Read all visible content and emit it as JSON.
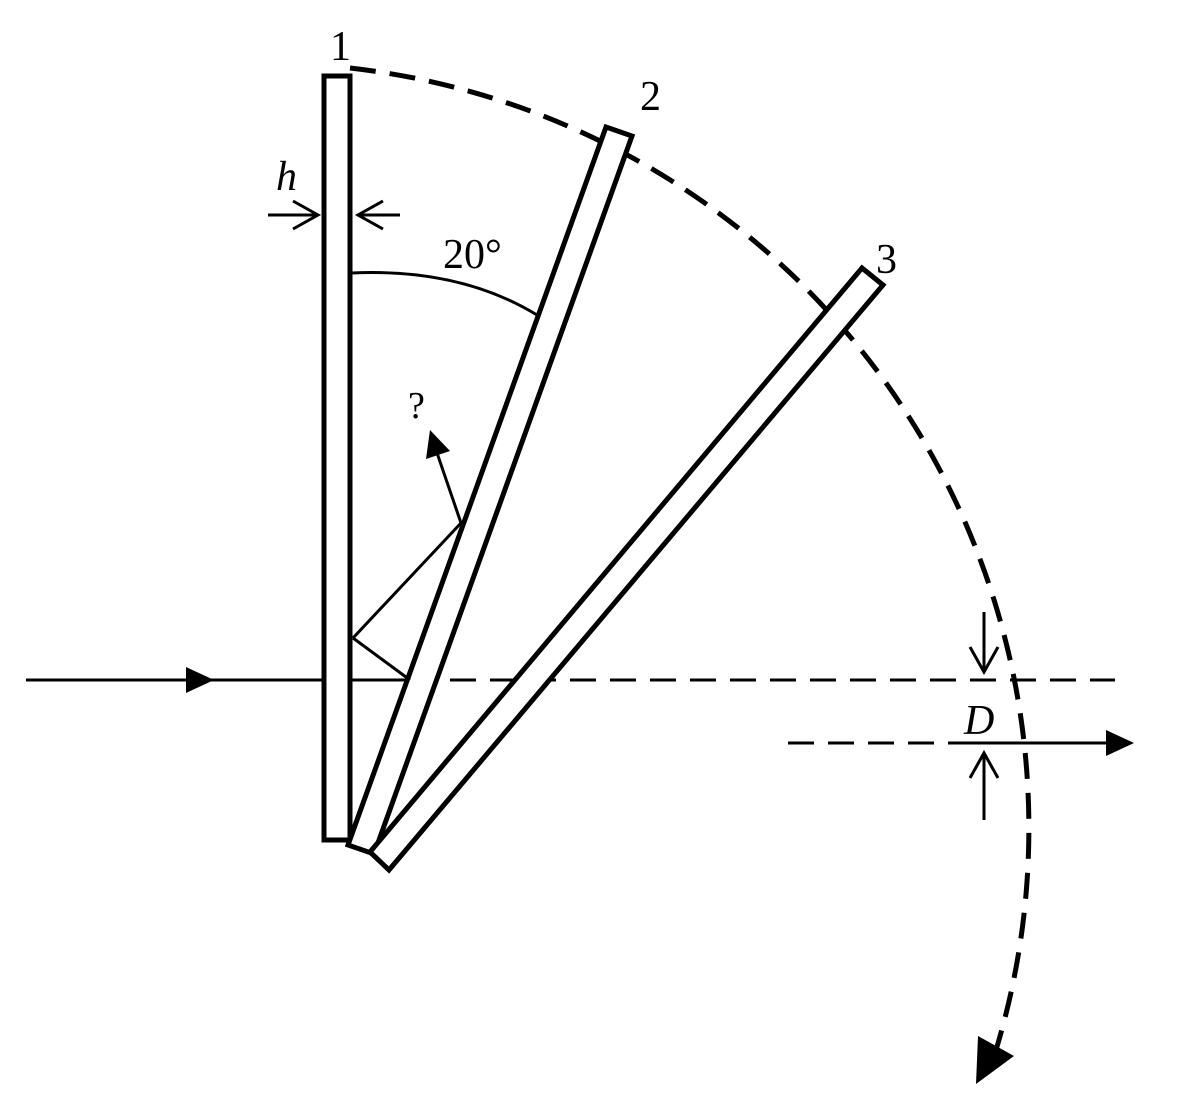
{
  "diagram": {
    "plate_labels": [
      "1",
      "2",
      "3"
    ],
    "thickness_label": "h",
    "angle_label": "20°",
    "unknown_label": "?",
    "offset_label": "D"
  },
  "colors": {
    "ink": "#000000",
    "background": "#ffffff"
  }
}
